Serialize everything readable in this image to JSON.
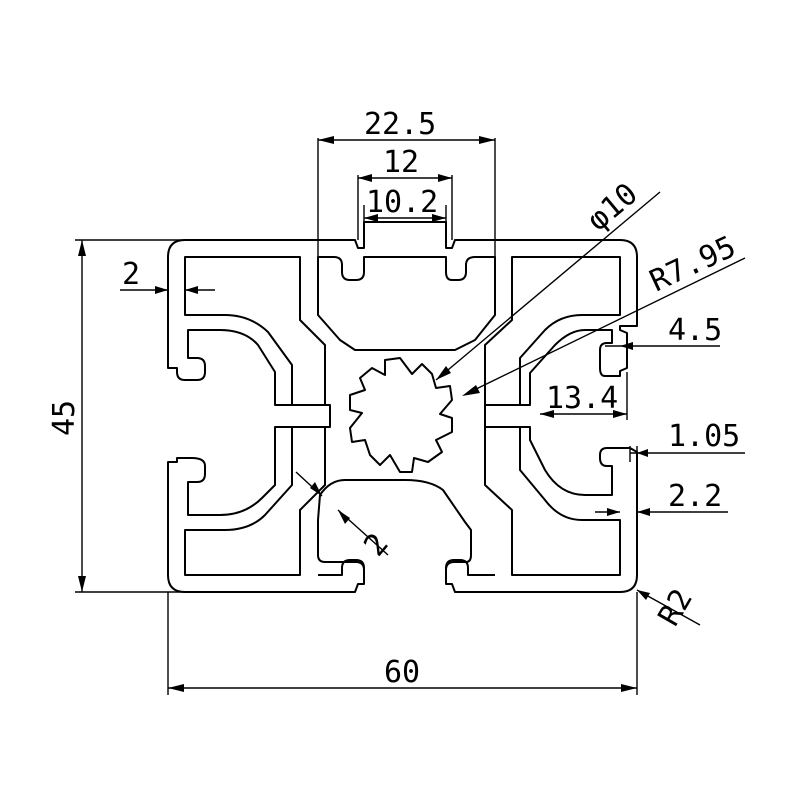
{
  "labels": {
    "w_22_5": "22.5",
    "w_12": "12",
    "w_10_2": "10.2",
    "dia_10": "φ10",
    "r_7_95": "R7.95",
    "d_2_left": "2",
    "d_4_5": "4.5",
    "d_13_4": "13.4",
    "d_1_05": "1.05",
    "d_2_2": "2.2",
    "d_2_web": "2",
    "r_2": "R2",
    "h_45": "45",
    "w_60": "60"
  }
}
